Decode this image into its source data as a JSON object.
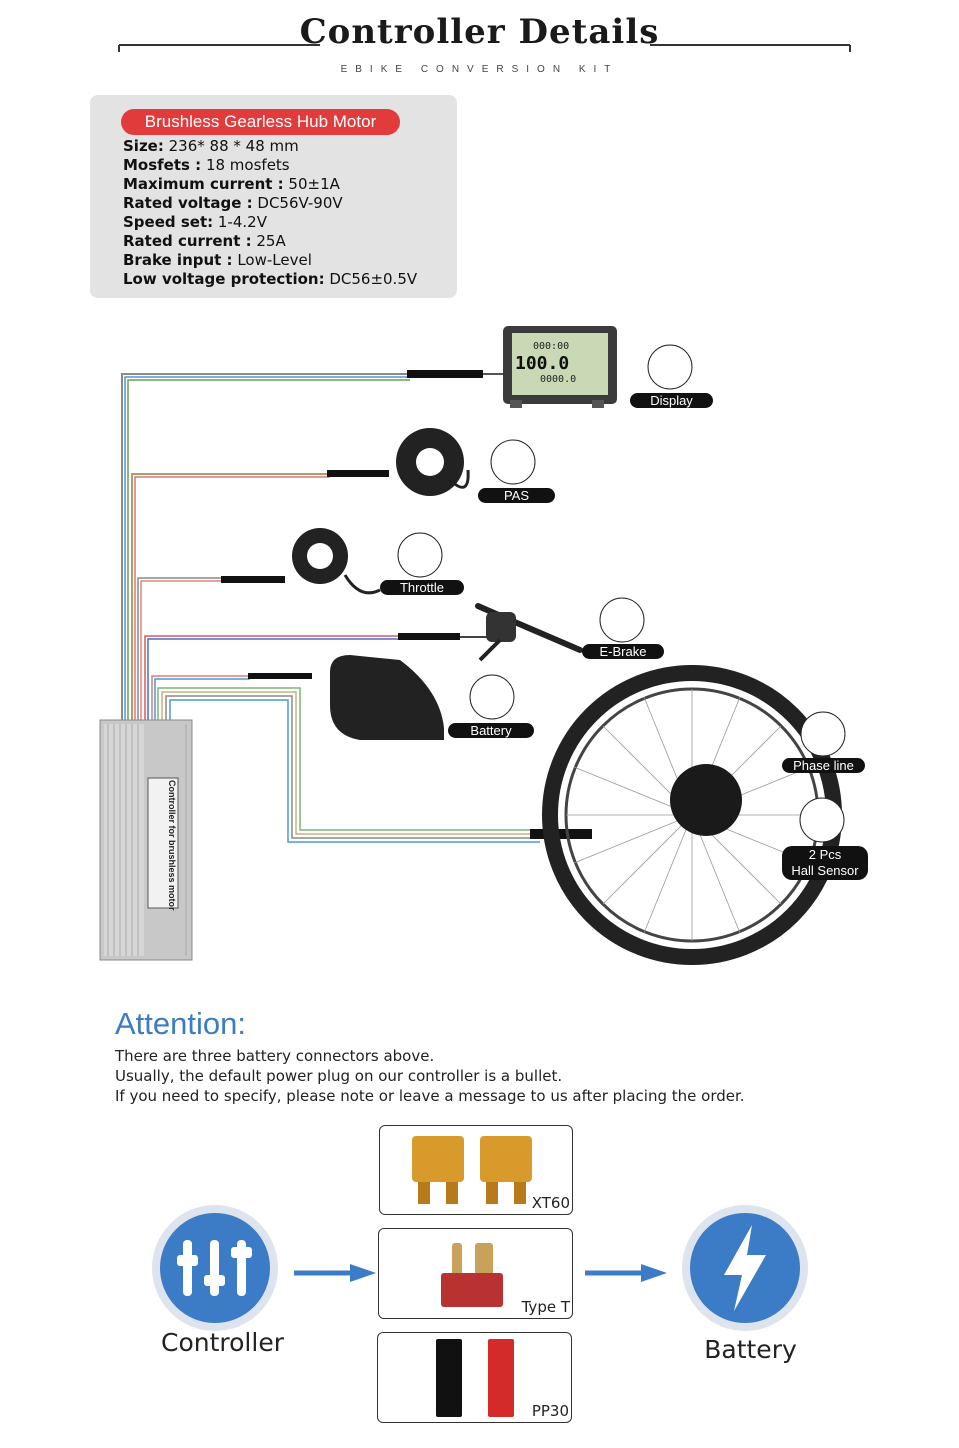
{
  "header": {
    "title": "Controller Details",
    "subtitle": "EBIKE CONVERSION KIT"
  },
  "specs": {
    "badge": "Brushless Gearless Hub Motor",
    "items": [
      {
        "label": "Size:",
        "value": " 236* 88 * 48 mm"
      },
      {
        "label": "Mosfets :",
        "value": " 18 mosfets"
      },
      {
        "label": "Maximum current :",
        "value": " 50±1A"
      },
      {
        "label": "Rated voltage :",
        "value": " DC56V-90V"
      },
      {
        "label": "Speed set:",
        "value": " 1-4.2V"
      },
      {
        "label": "Rated current :",
        "value": " 25A"
      },
      {
        "label": "Brake input :",
        "value": " Low-Level"
      },
      {
        "label": "Low voltage protection:",
        "value": " DC56±0.5V"
      }
    ]
  },
  "diagram": {
    "components": {
      "display": "Display",
      "pas": "PAS",
      "throttle": "Throttle",
      "ebrake": "E-Brake",
      "battery": "Battery",
      "phase": "Phase line",
      "hall_line1": "2 Pcs",
      "hall_line2": "Hall Sensor"
    },
    "lcd": {
      "speed": "100.0",
      "odo": "0000.0",
      "time": "000:00"
    },
    "controller_label": "Controller for brushless motor"
  },
  "attention": {
    "title": "Attention:",
    "lines": [
      "There are three battery connectors above.",
      "Usually, the default power plug on our controller is a bullet.",
      "If you need to specify, please note or leave a message to us after placing the order."
    ]
  },
  "connectors": {
    "items": [
      "XT60",
      "Type T",
      "PP30"
    ],
    "controller_caption": "Controller",
    "battery_caption": "Battery"
  },
  "colors": {
    "accent_red": "#e23b3b",
    "accent_blue": "#3c7bc6",
    "spec_bg": "#e3e3e3"
  }
}
